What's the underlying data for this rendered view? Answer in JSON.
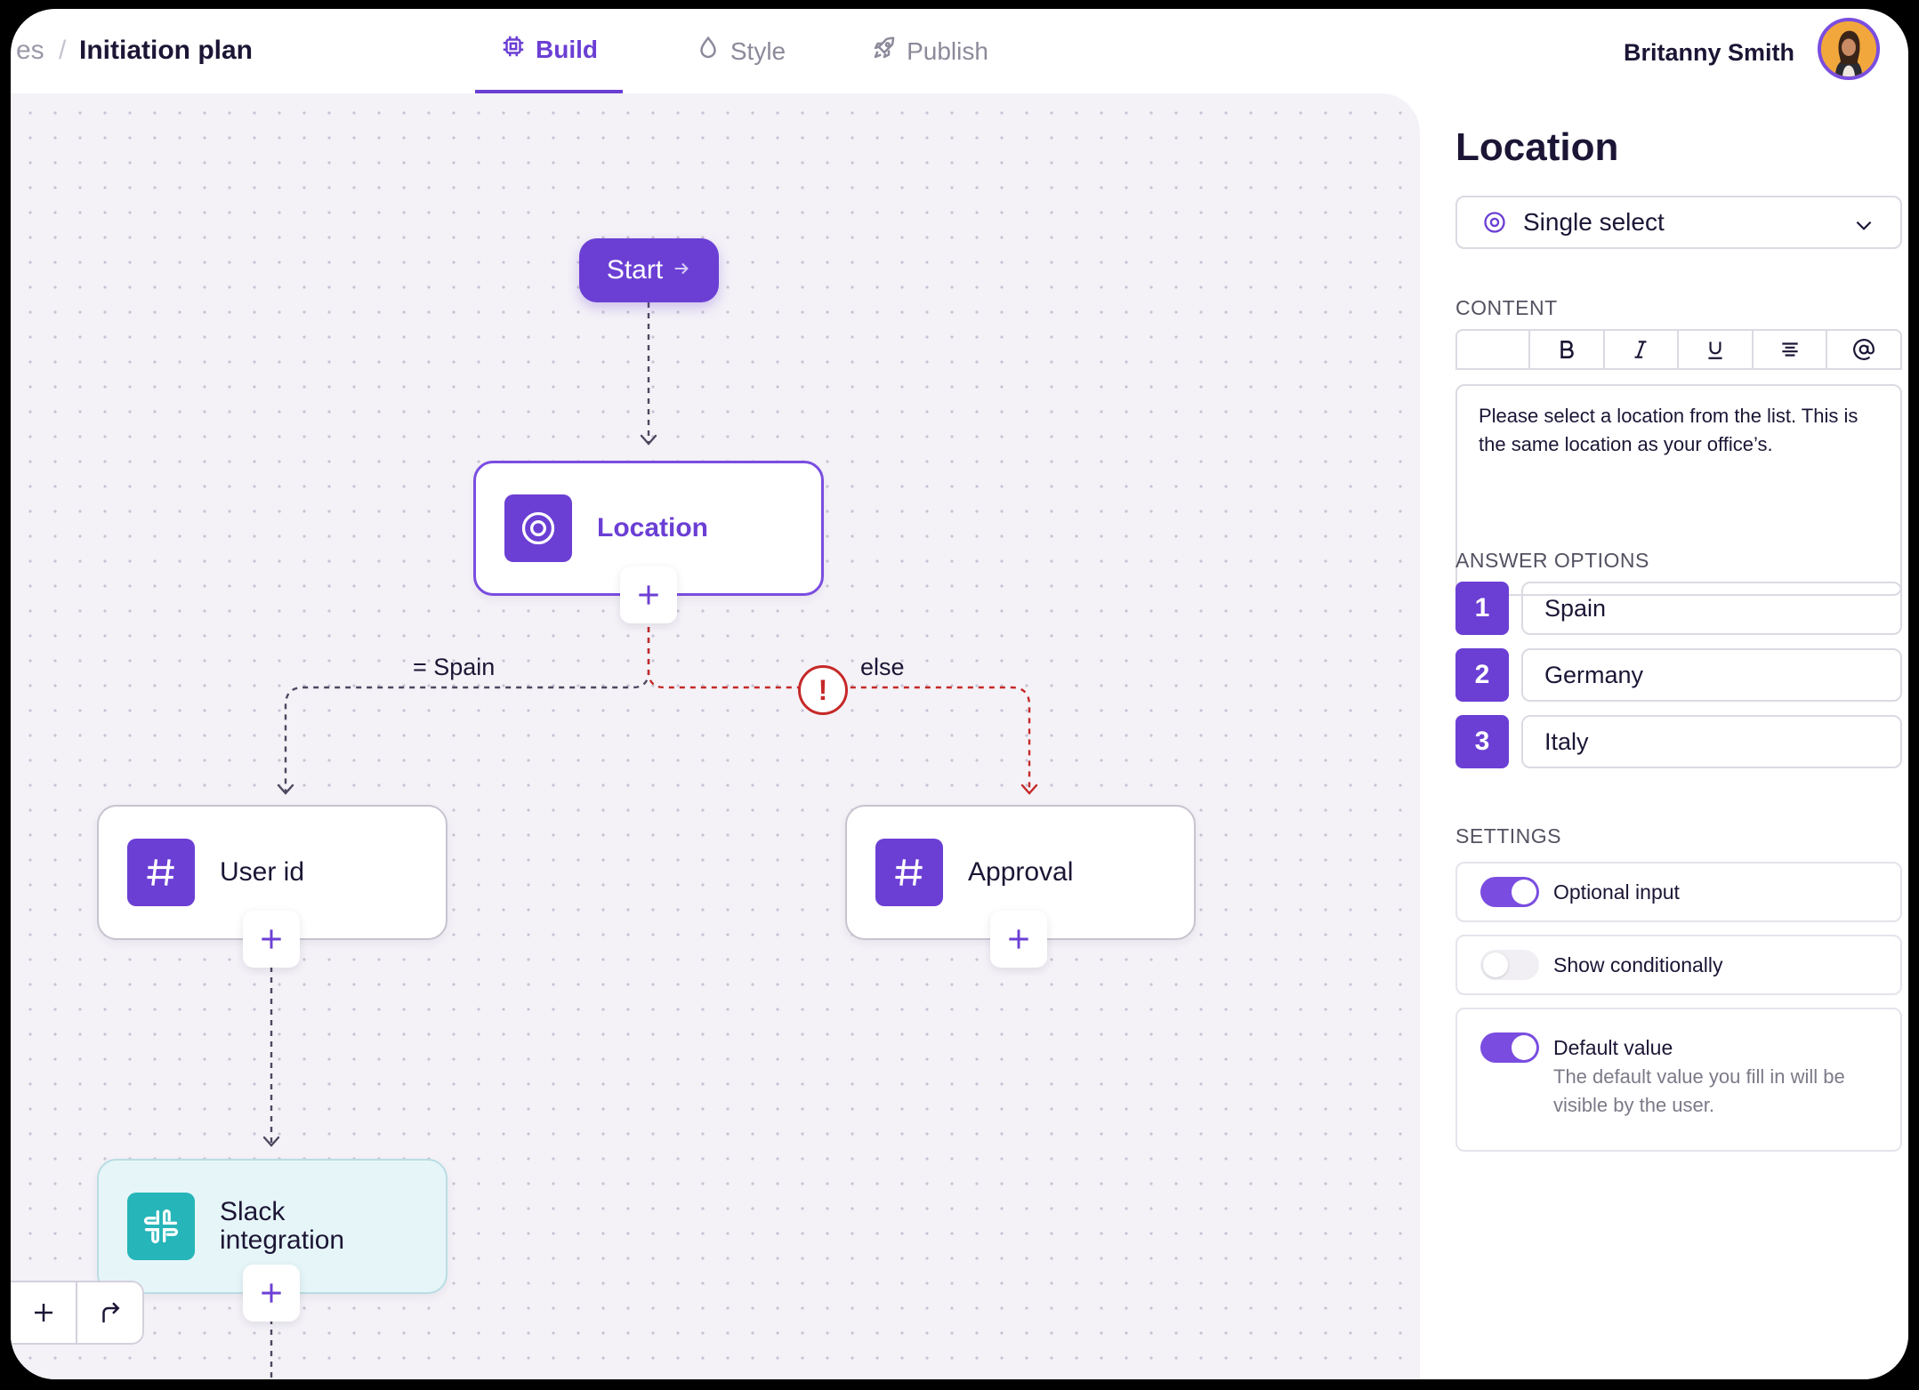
{
  "header": {
    "breadcrumb_prev": "es",
    "breadcrumb_separator": "/",
    "breadcrumb_current": "Initiation plan",
    "tabs": [
      {
        "label": "Build",
        "icon": "chip-icon",
        "active": true
      },
      {
        "label": "Style",
        "icon": "drop-icon",
        "active": false
      },
      {
        "label": "Publish",
        "icon": "rocket-icon",
        "active": false
      }
    ],
    "user_name": "Britanny Smith"
  },
  "canvas": {
    "start_label": "Start",
    "nodes": {
      "location": {
        "label": "Location",
        "icon": "target-icon"
      },
      "user_id": {
        "label": "User id",
        "icon": "hash-icon"
      },
      "approval": {
        "label": "Approval",
        "icon": "hash-icon"
      },
      "slack": {
        "label_line1": "Slack",
        "label_line2": "integration",
        "icon": "slack-icon"
      }
    },
    "branch_labels": {
      "spain": "= Spain",
      "else": "else"
    },
    "error_badge": "!"
  },
  "panel": {
    "title": "Location",
    "type_select": "Single select",
    "content_heading": "CONTENT",
    "toolbar": [
      "B",
      "I",
      "U",
      "align-center",
      "@"
    ],
    "content_text": "Please select a location from the list. This is the same location as your office’s.",
    "answer_options_heading": "ANSWER OPTIONS",
    "options": [
      {
        "num": "1",
        "value": "Spain"
      },
      {
        "num": "2",
        "value": "Germany"
      },
      {
        "num": "3",
        "value": "Italy"
      }
    ],
    "settings_heading": "SETTINGS",
    "settings": [
      {
        "title": "Optional input",
        "enabled": true
      },
      {
        "title": "Show conditionally",
        "enabled": false
      },
      {
        "title": "Default value",
        "enabled": true,
        "description": "The default value you fill in will be visible by the user."
      }
    ]
  },
  "colors": {
    "accent": "#6b3fd4",
    "error": "#c62828",
    "slack_teal": "#26b5b9",
    "canvas_bg": "#f4f2f7"
  }
}
